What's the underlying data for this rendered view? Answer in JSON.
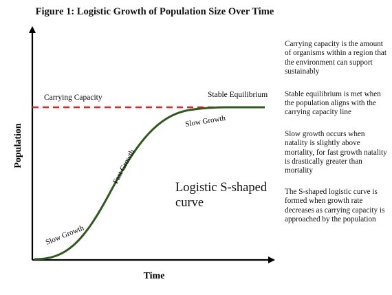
{
  "figure_title": "Figure 1: Logistic Growth of Population Size  Over Time",
  "axes": {
    "x_label": "Time",
    "y_label": "Population"
  },
  "line_labels": {
    "carrying_capacity": "Carrying Capacity",
    "stable_equilibrium": "Stable Equilibrium"
  },
  "curve_labels": {
    "slow_growth_start": "Slow Growth",
    "fast_growth": "Fast Growth",
    "slow_growth_end": "Slow Growth"
  },
  "curve_name": "Logistic S-shaped curve",
  "notes": [
    "Carrying capacity is the amount of organisms within a region that the environment can support sustainably",
    "Stable equilibrium is met when the population aligns with the carrying capacity line",
    "Slow growth occurs when natality is slightly above mortality, for fast growth natality is drastically greater than mortality",
    "The S-shaped logistic curve is formed when growth rate decreases as carrying capacity is approached by the population"
  ],
  "colors": {
    "curve": "#2f5a1f",
    "carrying_capacity_line": "#e8231e",
    "axes": "#000000"
  }
}
